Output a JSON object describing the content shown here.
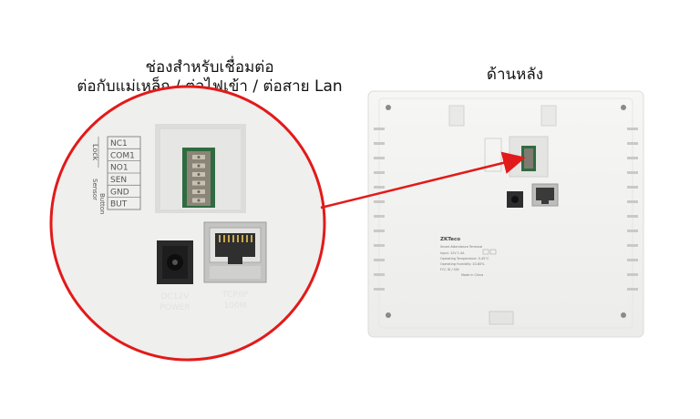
{
  "captions": {
    "connector_line1": "ช่องสำหรับเชื่อมต่อ",
    "connector_line2": "ต่อกับแม่เหล็ก / ต่อไฟเข้า / ต่อสาย Lan",
    "back_side": "ด้านหลัง"
  },
  "terminal_labels": [
    "NC1",
    "COM1",
    "NO1",
    "SEN",
    "GND",
    "BUT"
  ],
  "side_labels": {
    "lock": "Lock",
    "sensor": "Sensor",
    "button": "Button"
  },
  "port_labels": {
    "power_line1": "DC12V",
    "power_line2": "POWER",
    "lan_line1": "TCP/IP",
    "lan_line2": "100M"
  },
  "device_labels": {
    "brand": "ZKTeco",
    "product": "Smart Attendance Terminal",
    "spec1": "Input: 12V 1.5A",
    "spec2": "Operating Temperature: 0-45°C",
    "spec3": "Operating Humidity: 20-80%",
    "spec4": "FCC ID / S/N",
    "origin": "Made in China"
  },
  "colors": {
    "arrow": "#e21a1a",
    "device": "#f3f3f1",
    "pcb": "#2f6b3f"
  }
}
